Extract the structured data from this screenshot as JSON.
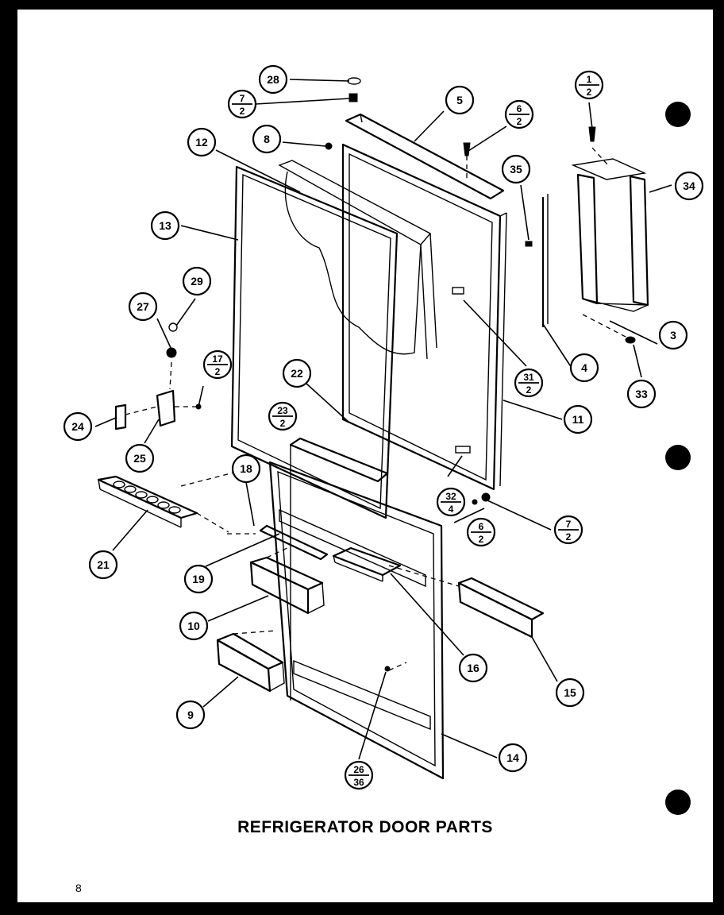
{
  "title": "REFRIGERATOR DOOR PARTS",
  "page_number": "8",
  "callouts": [
    {
      "id": "c1",
      "top": "1",
      "bottom": "2"
    },
    {
      "id": "c3",
      "label": "3"
    },
    {
      "id": "c4",
      "label": "4"
    },
    {
      "id": "c5",
      "label": "5"
    },
    {
      "id": "c6a",
      "top": "6",
      "bottom": "2"
    },
    {
      "id": "c6b",
      "top": "6",
      "bottom": "2"
    },
    {
      "id": "c7a",
      "top": "7",
      "bottom": "2"
    },
    {
      "id": "c7b",
      "top": "7",
      "bottom": "2"
    },
    {
      "id": "c8",
      "label": "8"
    },
    {
      "id": "c9",
      "label": "9"
    },
    {
      "id": "c10",
      "label": "10"
    },
    {
      "id": "c11",
      "label": "11"
    },
    {
      "id": "c12",
      "label": "12"
    },
    {
      "id": "c13",
      "label": "13"
    },
    {
      "id": "c14",
      "label": "14"
    },
    {
      "id": "c15",
      "label": "15"
    },
    {
      "id": "c16",
      "label": "16"
    },
    {
      "id": "c17",
      "top": "17",
      "bottom": "2"
    },
    {
      "id": "c18",
      "label": "18"
    },
    {
      "id": "c19",
      "label": "19"
    },
    {
      "id": "c21",
      "label": "21"
    },
    {
      "id": "c22",
      "label": "22"
    },
    {
      "id": "c23",
      "top": "23",
      "bottom": "2"
    },
    {
      "id": "c24",
      "label": "24"
    },
    {
      "id": "c25",
      "label": "25"
    },
    {
      "id": "c26",
      "top": "26",
      "bottom": "36"
    },
    {
      "id": "c27",
      "label": "27"
    },
    {
      "id": "c28",
      "label": "28"
    },
    {
      "id": "c29",
      "label": "29"
    },
    {
      "id": "c31",
      "top": "31",
      "bottom": "2"
    },
    {
      "id": "c32",
      "top": "32",
      "bottom": "4"
    },
    {
      "id": "c33",
      "label": "33"
    },
    {
      "id": "c34",
      "label": "34"
    },
    {
      "id": "c35",
      "label": "35"
    }
  ]
}
